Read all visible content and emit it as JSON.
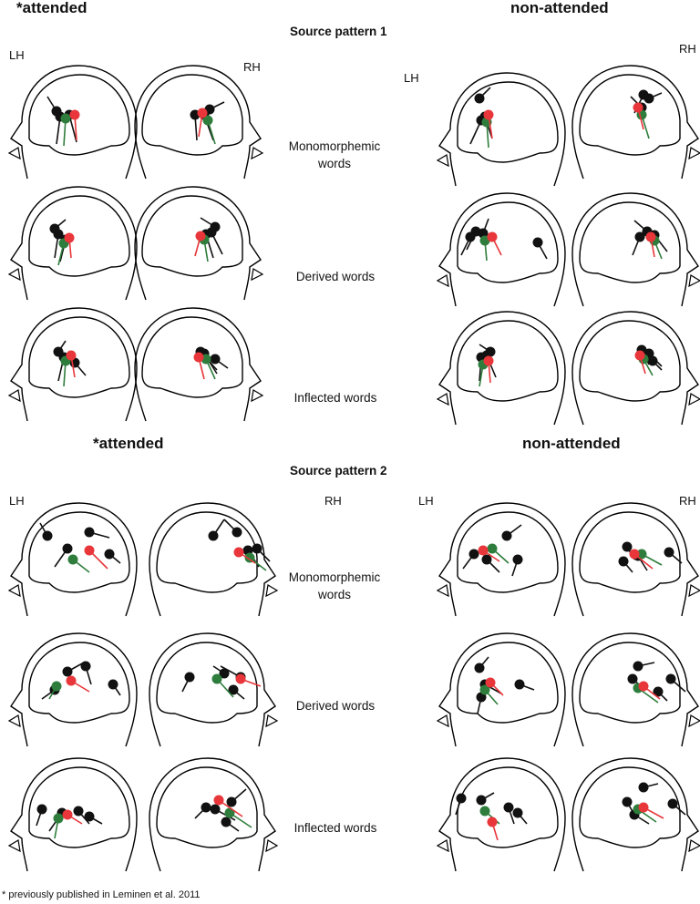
{
  "panels": [
    {
      "attended_title": "*attended",
      "nonattended_title": "non-attended",
      "pattern_title": "Source pattern 1",
      "hemispheres": {
        "left": "LH",
        "right": "RH"
      }
    },
    {
      "attended_title": "*attended",
      "nonattended_title": "non-attended",
      "pattern_title": "Source pattern 2",
      "hemispheres": {
        "left": "LH",
        "right": "RH"
      }
    }
  ],
  "conditions": {
    "monomorphemic_line1": "Monomorphemic",
    "monomorphemic_line2": "words",
    "derived": "Derived words",
    "inflected": "Inflected words"
  },
  "footnote": "* previously published in Leminen et al. 2011",
  "colors": {
    "outline": "#000000",
    "black_dipole": "#111111",
    "red_dipole": "#e8363a",
    "green_dipole": "#2e7d3c"
  }
}
